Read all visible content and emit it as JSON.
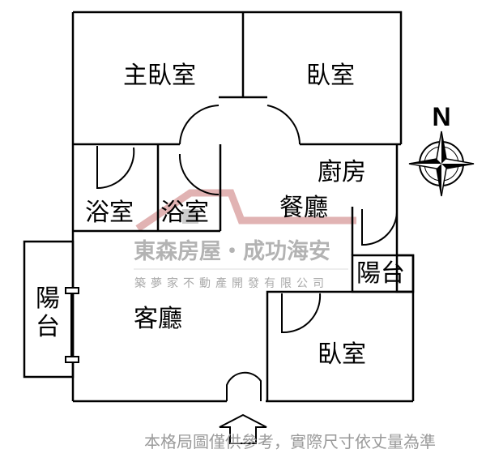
{
  "rooms": {
    "master_bedroom": "主臥室",
    "bedroom_top": "臥室",
    "kitchen": "廚房",
    "bath_1": "浴室",
    "bath_2": "浴室",
    "dining": "餐廳",
    "balcony_right": "陽台",
    "balcony_left_1": "陽",
    "balcony_left_2": "台",
    "living": "客廳",
    "bedroom_bottom": "臥室"
  },
  "compass": {
    "label": "N"
  },
  "watermark": {
    "title": "東森房屋・成功海安",
    "subtitle": "築夢家不動產開發有限公司",
    "roof_color": "#d9a0a0"
  },
  "disclaimer": "本格局圖僅供參考，實際尺寸依丈量為準"
}
